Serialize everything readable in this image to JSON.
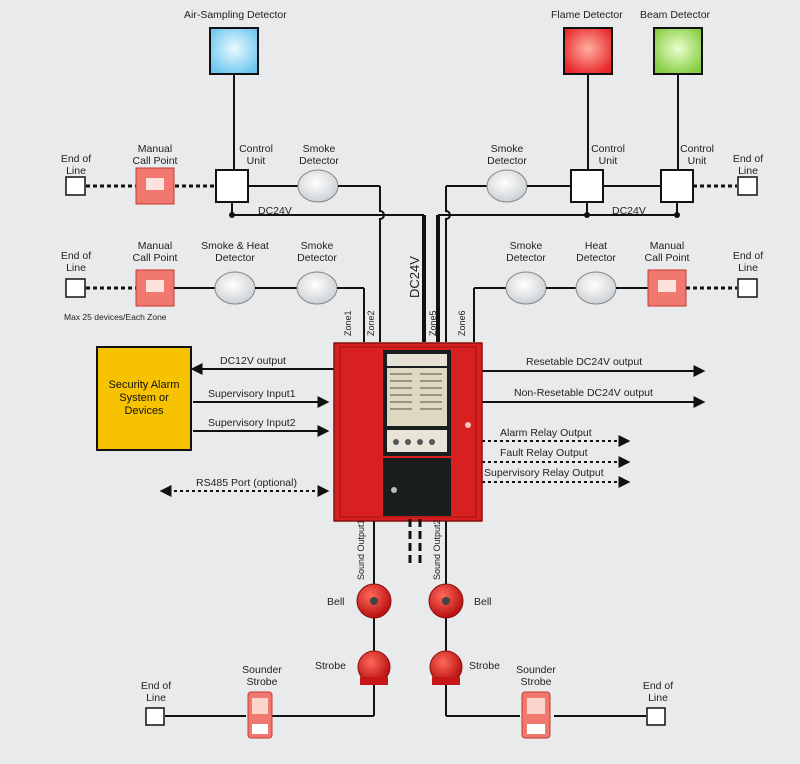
{
  "detectors": {
    "air_sampling": "Air-Sampling Detector",
    "flame": "Flame Detector",
    "beam": "Beam Detector"
  },
  "labels": {
    "control_unit": "Control Unit",
    "smoke_detector": "Smoke Detector",
    "manual_call_point": "Manual Call Point",
    "end_of_line": "End of Line",
    "dc24v": "DC24V",
    "smoke_heat_detector": "Smoke & Heat Detector",
    "heat_detector": "Heat Detector",
    "max_devices": "Max 25 devices/Each Zone",
    "bell": "Bell",
    "strobe": "Strobe",
    "sounder_strobe": "Sounder Strobe"
  },
  "zones": {
    "zone1": "Zone1",
    "zone2": "Zone2",
    "zone5": "Zone5",
    "zone6": "Zone6"
  },
  "outputs": {
    "dc12v": "DC12V output",
    "supervisory_input1": "Supervisory Input1",
    "supervisory_input2": "Supervisory Input2",
    "rs485": "RS485 Port (optional)",
    "resettable_dc24v": "Resetable DC24V output",
    "non_resettable_dc24v": "Non-Resetable DC24V output",
    "alarm_relay": "Alarm Relay Output",
    "fault_relay": "Fault Relay Output",
    "supervisory_relay": "Supervisory Relay Output",
    "sound_output1": "Sound Output1",
    "sound_output2": "Sound Output2"
  },
  "security_box": "Security Alarm System or Devices",
  "colors": {
    "air_sampling": "#8fd3f4",
    "flame": "#e8262a",
    "beam": "#8ed14b",
    "panel": "#d82020",
    "security_box": "#f7c200"
  }
}
